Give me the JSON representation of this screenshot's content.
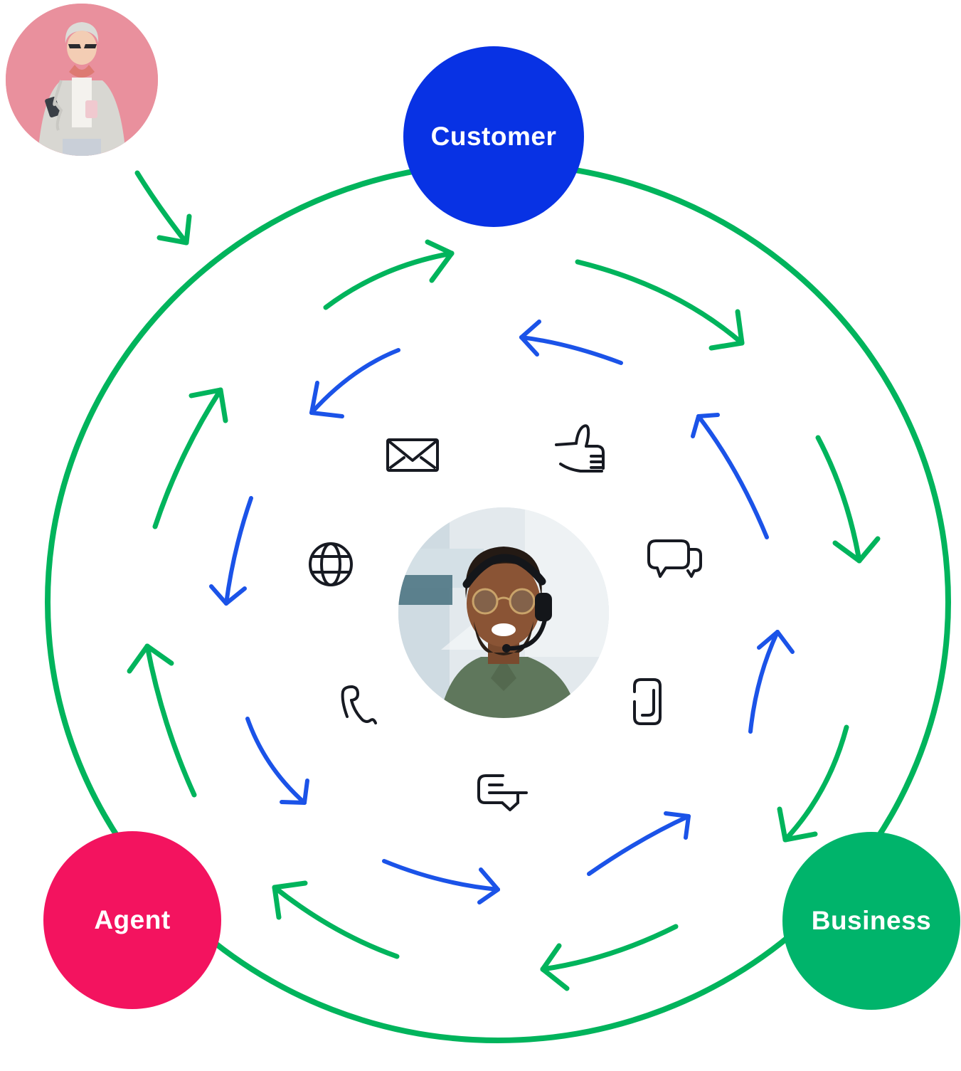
{
  "palette": {
    "green": "#00b45c",
    "business_green": "#00b46b",
    "customer_blue": "#0832e4",
    "agent_pink": "#f3135f",
    "blue_arrow": "#1b53e8",
    "icon_black": "#171a22",
    "photo_pink_bg": "#e9909d"
  },
  "nodes": {
    "customer": {
      "label": "Customer"
    },
    "agent": {
      "label": "Agent"
    },
    "business": {
      "label": "Business"
    }
  },
  "photos": {
    "customer_photo": "woman-using-phone-photo",
    "center_photo": "support-agent-with-headset-photo"
  },
  "icons": [
    {
      "name": "email-icon"
    },
    {
      "name": "thumbs-up-icon"
    },
    {
      "name": "globe-icon"
    },
    {
      "name": "chat-bubbles-icon"
    },
    {
      "name": "phone-icon"
    },
    {
      "name": "mobile-phone-icon"
    },
    {
      "name": "chat-message-icon"
    }
  ],
  "flows": {
    "outer_ring": {
      "color": "green",
      "direction": "clockwise",
      "arrow_count": 8
    },
    "inner_ring": {
      "color": "blue",
      "direction": "counterclockwise",
      "arrow_count": 8
    },
    "entry_arrow": {
      "color": "green",
      "from": "customer-photo",
      "to": "main-ring"
    }
  }
}
